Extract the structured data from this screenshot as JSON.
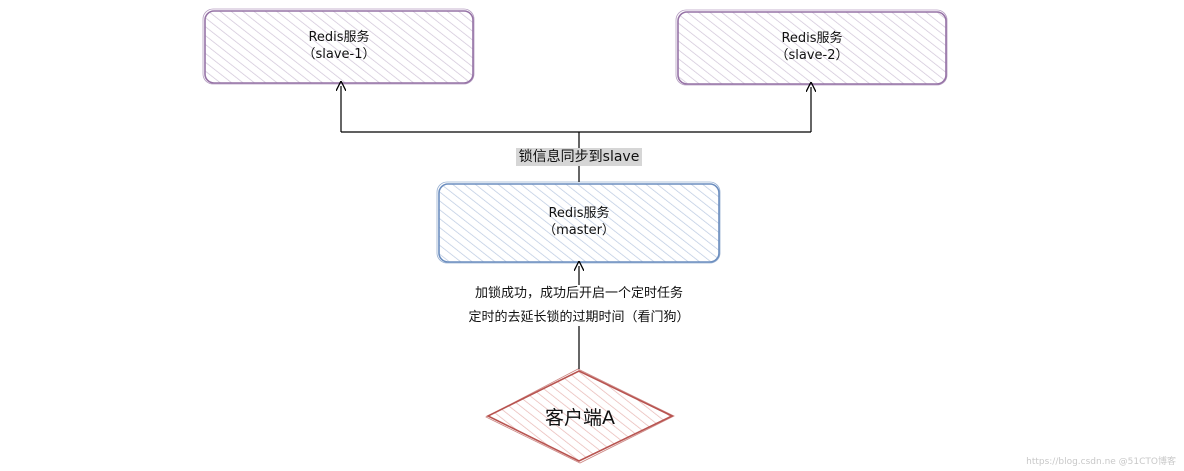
{
  "colors": {
    "slave_stroke": "#9673a6",
    "slave_hatch": "#cfc3d7",
    "master_stroke": "#6c8ebf",
    "master_hatch": "#b9c8e0",
    "client_stroke": "#b85450",
    "client_hatch": "#e7b6b3",
    "line": "#000000"
  },
  "nodes": {
    "slave1": {
      "title": "Redis服务",
      "subtitle": "（slave-1）"
    },
    "slave2": {
      "title": "Redis服务",
      "subtitle": "（slave-2）"
    },
    "master": {
      "title": "Redis服务",
      "subtitle": "（master）"
    },
    "client": {
      "label": "客户端A"
    }
  },
  "edges": {
    "sync_label": "锁信息同步到slave",
    "lock_label_line1": "加锁成功，成功后开启一个定时任务",
    "lock_label_line2": "定时的去延长锁的过期时间（看门狗）"
  },
  "watermark": "https://blog.csdn.ne @51CTO博客"
}
